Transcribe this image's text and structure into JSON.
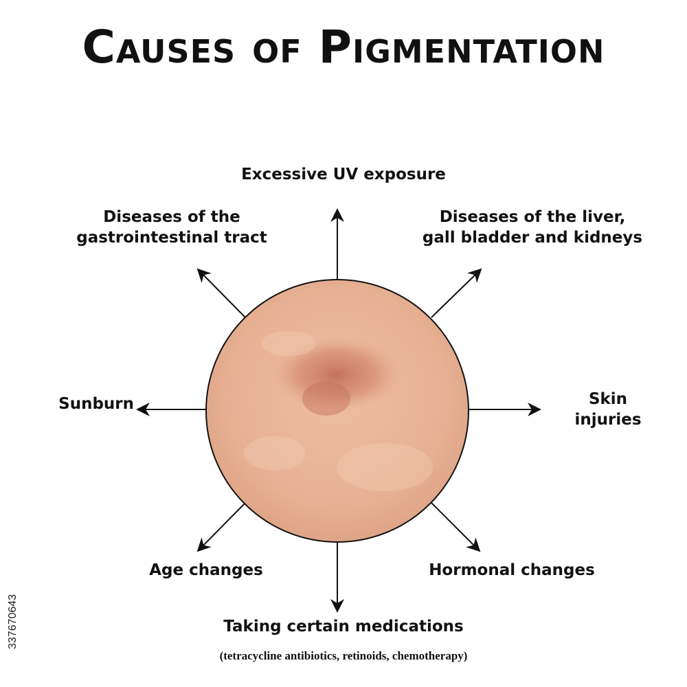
{
  "title": "Causes of Pigmentation",
  "causes": {
    "uv": "Excessive UV exposure",
    "gi_line1": "Diseases of the",
    "gi_line2": "gastrointestinal tract",
    "liver_line1": "Diseases of the liver,",
    "liver_line2": "gall bladder and kidneys",
    "sunburn": "Sunburn",
    "skin_line1": "Skin",
    "skin_line2": "injuries",
    "age": "Age changes",
    "hormonal": "Hormonal changes",
    "medications": "Taking certain medications",
    "medications_note": "(tetracycline antibiotics, retinoids, chemotherapy)"
  },
  "stock_id": "337670643",
  "colors": {
    "skin": "#e8b396",
    "pigment_spot": "#c97a62",
    "arrow": "#111111"
  }
}
